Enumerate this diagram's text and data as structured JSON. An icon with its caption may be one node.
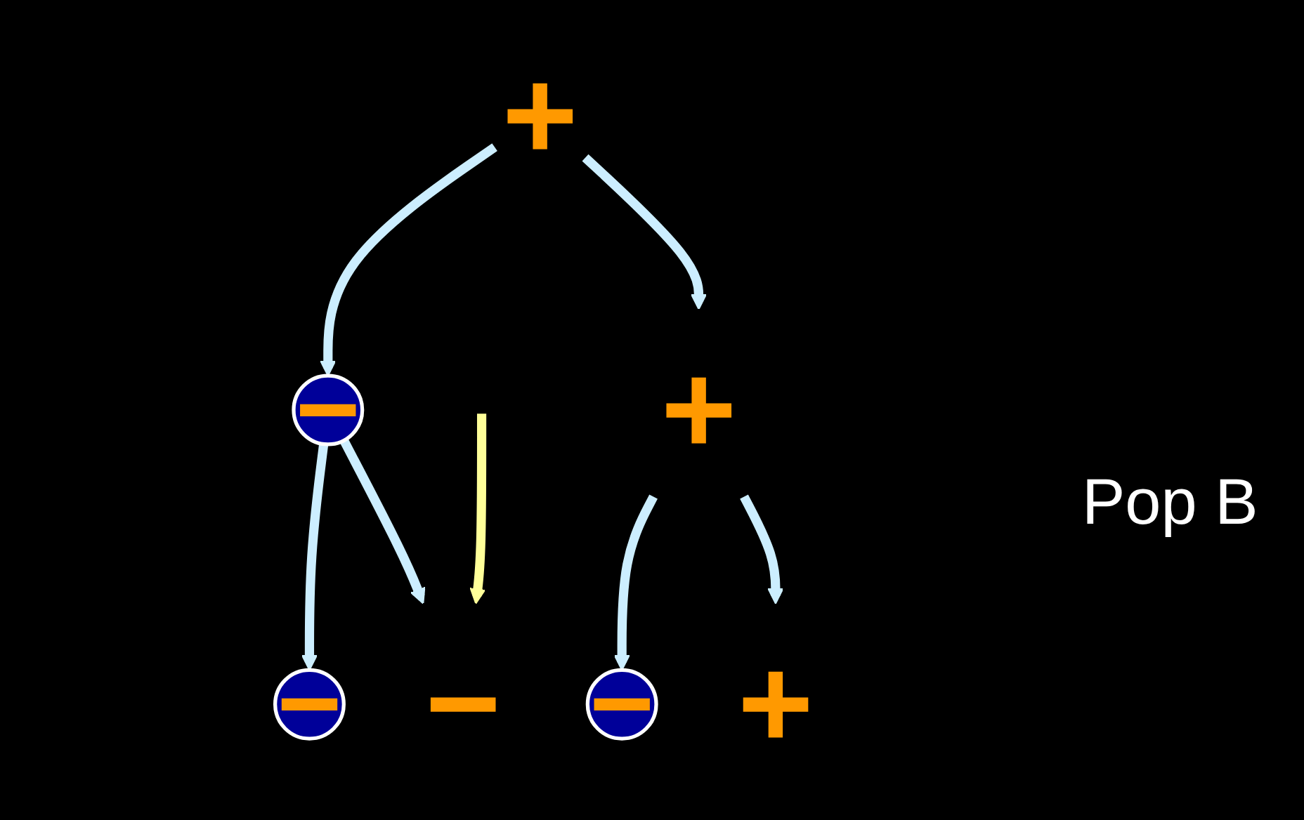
{
  "diagram": {
    "nodes": [
      {
        "text": [
          "+"
        ]
      },
      {
        "text": [
          "−"
        ]
      },
      {
        "text": [
          "+"
        ]
      },
      {
        "text": [
          "−"
        ]
      },
      {
        "text": [
          "−"
        ]
      },
      {
        "text": [
          "−"
        ]
      },
      {
        "text": [
          "+"
        ]
      }
    ],
    "edges": [
      {
        "from": 0,
        "to": 1,
        "arrow": "to"
      },
      {
        "from": 0,
        "to": 2,
        "arrow": "to"
      },
      {
        "from": 1,
        "to": 3,
        "arrow": "to"
      },
      {
        "from": 1,
        "to": 4,
        "arrow": "to"
      },
      {
        "from": 2,
        "to": 5,
        "arrow": "to"
      },
      {
        "from": 2,
        "to": 6,
        "arrow": "to"
      },
      {
        "from": null,
        "to": 4,
        "arrow": "to",
        "color": "#ffff99"
      }
    ],
    "labels": [
      "Pop B"
    ]
  }
}
